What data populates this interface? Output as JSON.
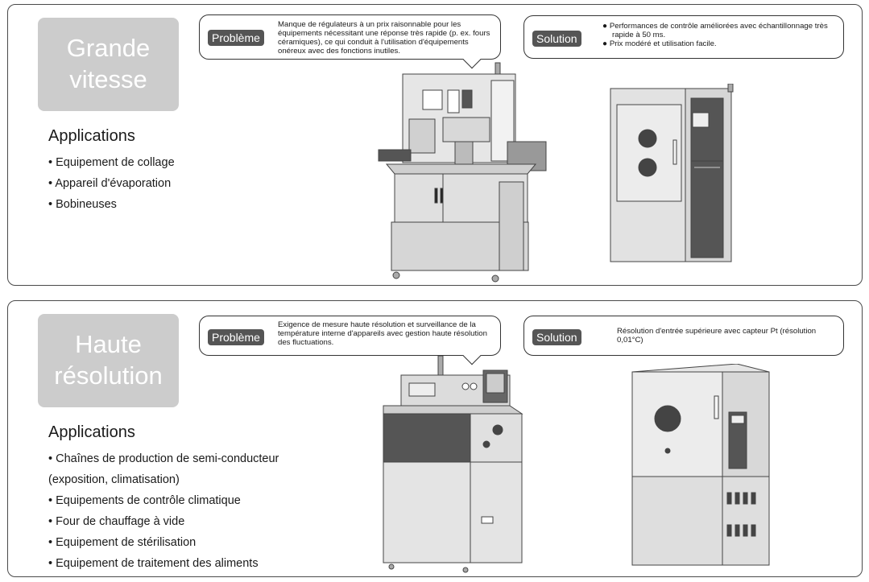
{
  "high_speed": {
    "tag_line1": "Grande",
    "tag_line2": "vitesse",
    "applications_title": "Applications",
    "applications": [
      "Equipement de collage",
      "Appareil d'évaporation",
      "Bobineuses"
    ],
    "problem_label": "Problème",
    "problem_text": "Manque de régulateurs à un prix raisonnable pour les équipements nécessitant une réponse très rapide (p. ex. fours céramiques), ce qui conduit à l'utilisation d'équipements onéreux avec des fonctions inutiles.",
    "solution_label": "Solution",
    "solution_points": [
      "Performances de contrôle améliorées avec échantillonnage très rapide à 50 ms.",
      "Prix modéré et utilisation facile."
    ]
  },
  "high_resolution": {
    "tag_line1": "Haute",
    "tag_line2": "résolution",
    "applications_title": "Applications",
    "applications": [
      "Chaînes de production de semi-conducteur",
      "(exposition, climatisation)",
      "Equipements de contrôle climatique",
      "Four de chauffage à vide",
      "Equipement de stérilisation",
      "Equipement de traitement des aliments"
    ],
    "problem_label": "Problème",
    "problem_text": "Exigence de mesure haute résolution et surveillance de la température interne d'appareils avec gestion haute résolution des fluctuations.",
    "solution_label": "Solution",
    "solution_text": "Résolution d'entrée supérieure avec capteur Pt (résolution 0,01°C)"
  }
}
